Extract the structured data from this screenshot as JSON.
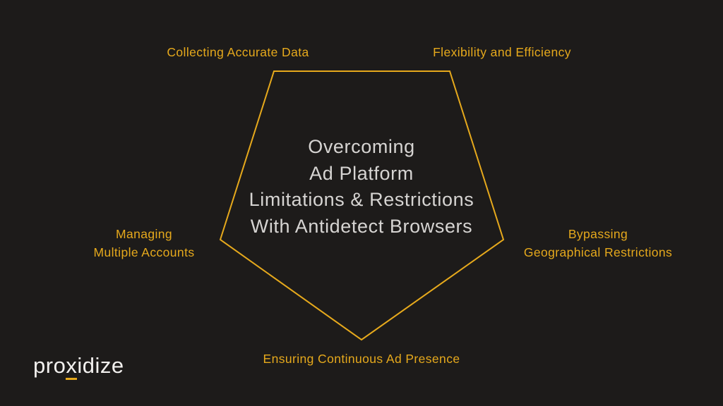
{
  "colors": {
    "background": "#1d1b1a",
    "accent": "#e6a91c",
    "center_text": "#d6d4d2",
    "logo_text": "#f2f0ee"
  },
  "center": {
    "line1": "Overcoming",
    "line2": "Ad Platform",
    "line3": "Limitations & Restrictions",
    "line4": "With Antidetect Browsers"
  },
  "labels": {
    "top_left": {
      "text": "Collecting Accurate Data"
    },
    "top_right": {
      "text": "Flexibility and Efficiency"
    },
    "left": {
      "line1": "Managing",
      "line2": "Multiple Accounts"
    },
    "right": {
      "line1": "Bypassing",
      "line2": "Geographical Restrictions"
    },
    "bottom": {
      "text": "Ensuring Continuous Ad Presence"
    }
  },
  "logo": {
    "prefix": "pro",
    "underlined": "x",
    "suffix": "idize"
  }
}
